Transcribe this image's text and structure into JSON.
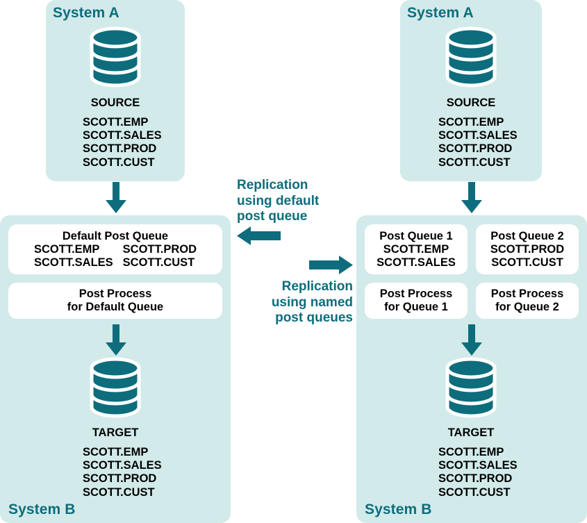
{
  "diagram": {
    "colors": {
      "panel_bg": "#d2eaea",
      "teal": "#0d6d7c",
      "box_bg": "#ffffff",
      "text": "#000000"
    }
  },
  "left_flow": {
    "source_panel": {
      "title": "System A",
      "db_label": "SOURCE",
      "tables": [
        "SCOTT.EMP",
        "SCOTT.SALES",
        "SCOTT.PROD",
        "SCOTT.CUST"
      ]
    },
    "target_panel": {
      "title": "System B",
      "db_label": "TARGET",
      "tables": [
        "SCOTT.EMP",
        "SCOTT.SALES",
        "SCOTT.PROD",
        "SCOTT.CUST"
      ],
      "queue_box": {
        "header": "Default Post Queue",
        "col1": [
          "SCOTT.EMP",
          "SCOTT.SALES"
        ],
        "col2": [
          "SCOTT.PROD",
          "SCOTT.CUST"
        ]
      },
      "post_process_box": {
        "line1": "Post Process",
        "line2": "for Default Queue"
      }
    }
  },
  "right_flow": {
    "source_panel": {
      "title": "System A",
      "db_label": "SOURCE",
      "tables": [
        "SCOTT.EMP",
        "SCOTT.SALES",
        "SCOTT.PROD",
        "SCOTT.CUST"
      ]
    },
    "target_panel": {
      "title": "System B",
      "db_label": "TARGET",
      "tables": [
        "SCOTT.EMP",
        "SCOTT.SALES",
        "SCOTT.PROD",
        "SCOTT.CUST"
      ],
      "queue_boxes": [
        {
          "header": "Post Queue 1",
          "lines": [
            "SCOTT.EMP",
            "SCOTT.SALES"
          ]
        },
        {
          "header": "Post Queue 2",
          "lines": [
            "SCOTT.PROD",
            "SCOTT.CUST"
          ]
        }
      ],
      "post_process_boxes": [
        {
          "line1": "Post Process",
          "line2": "for Queue 1"
        },
        {
          "line1": "Post Process",
          "line2": "for Queue 2"
        }
      ]
    }
  },
  "center": {
    "left_caption": {
      "line1": "Replication",
      "line2": "using default",
      "line3": "post queue"
    },
    "right_caption": {
      "line1": "Replication",
      "line2": "using named",
      "line3": "post queues"
    }
  }
}
